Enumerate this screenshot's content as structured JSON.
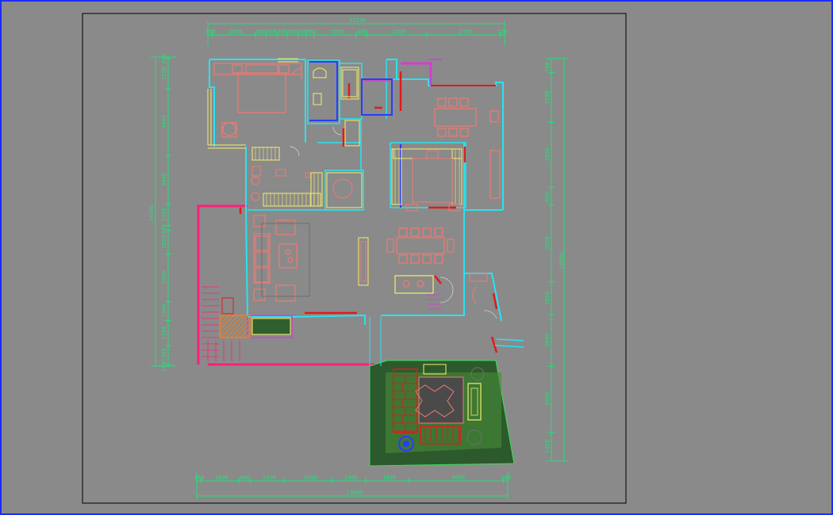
{
  "window": {
    "frame_color": "#1a2cff",
    "background": "#8a8a8a",
    "sheet_border": "#000000"
  },
  "colors": {
    "wall_cyan": "#27e3f2",
    "wall_pink": "#ff1f78",
    "wall_red": "#e21a1a",
    "furniture_salmon": "#f07a74",
    "dimension_green": "#23e07a",
    "yellow": "#f6ee6a",
    "magenta": "#d43cd4",
    "blue": "#2a3cff",
    "orange": "#f2801e",
    "dark_green": "#1f8a3a"
  },
  "dimensions": {
    "top_total": "12290",
    "top_segments": [
      "150",
      "1600",
      "380",
      "400",
      "380",
      "400",
      "300",
      "280",
      "1550",
      "400",
      "2200",
      "2700",
      "150"
    ],
    "bottom_total": "13800",
    "bottom_segments": [
      "180",
      "1600",
      "480",
      "1450",
      "2050",
      "1400",
      "1850",
      "4000",
      "180"
    ],
    "left_total": "14190",
    "left_segments": [
      "100",
      "2100",
      "4600",
      "3400",
      "1450",
      "340",
      "1650",
      "3300",
      "1300",
      "1750",
      "1300",
      "100"
    ],
    "right_total": "19680",
    "right_segments": [
      "700",
      "2500",
      "3250",
      "900",
      "3850",
      "1650",
      "2600",
      "3300",
      "1450"
    ]
  }
}
